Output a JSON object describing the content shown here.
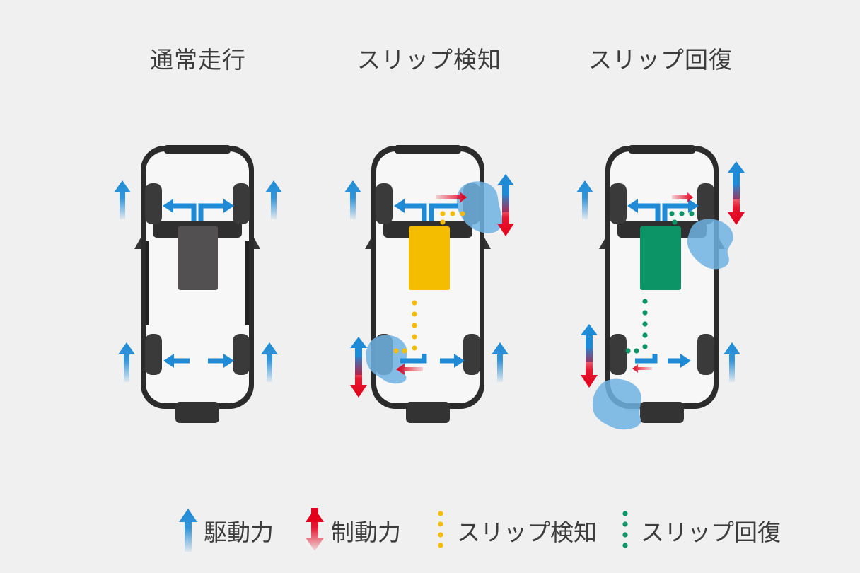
{
  "panels": [
    {
      "title": "通常走行",
      "state": "normal"
    },
    {
      "title": "スリップ検知",
      "state": "detect"
    },
    {
      "title": "スリップ回復",
      "state": "recover"
    }
  ],
  "legend": [
    {
      "label": "駆動力",
      "icon": "drive-force-arrow-icon"
    },
    {
      "label": "制動力",
      "icon": "brake-force-arrow-icon"
    },
    {
      "label": "スリップ検知",
      "icon": "slip-detect-dots-icon"
    },
    {
      "label": "スリップ回復",
      "icon": "slip-recover-dots-icon"
    }
  ],
  "colors": {
    "background": "#f0f0f0",
    "drive": "#1f8bd6",
    "brake": "#e3001b",
    "ecu_normal": "#525050",
    "ecu_detect": "#f5bd00",
    "ecu_recover": "#0c9466",
    "detect_dots": "#f5bd00",
    "recover_dots": "#0c9466",
    "slip_patch": "#6fb3e3"
  }
}
